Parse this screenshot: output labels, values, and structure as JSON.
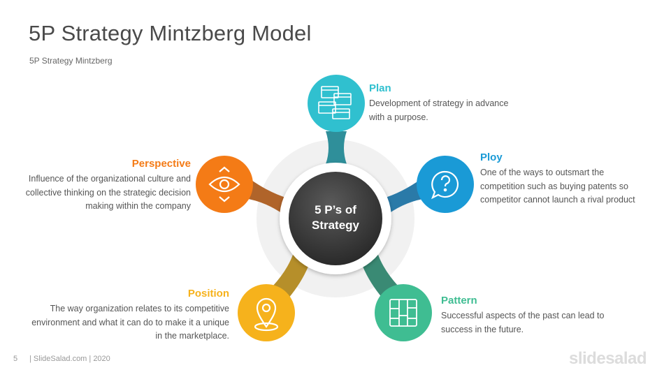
{
  "header": {
    "title": "5P Strategy Mintzberg Model",
    "subtitle": "5P Strategy Mintzberg"
  },
  "center": {
    "line1": "5 P’s of",
    "line2": "Strategy"
  },
  "items": [
    {
      "key": "plan",
      "title": "Plan",
      "color": "#30c0cf",
      "icon": "plan-windows-icon",
      "text": "Development of strategy in advance with a purpose."
    },
    {
      "key": "ploy",
      "title": "Ploy",
      "color": "#1a9ad6",
      "icon": "question-bubble-icon",
      "text": "One of the ways to outsmart the competition such as buying patents so competitor cannot launch a rival product"
    },
    {
      "key": "pattern",
      "title": "Pattern",
      "color": "#3fbd92",
      "icon": "grid-pattern-icon",
      "text": "Successful aspects of the past can lead to success in the future."
    },
    {
      "key": "position",
      "title": "Position",
      "color": "#f6b21c",
      "icon": "location-pin-icon",
      "text": "The way organization relates to its competitive environment and what it can do to make it a unique in the marketplace."
    },
    {
      "key": "perspective",
      "title": "Perspective",
      "color": "#f47b16",
      "icon": "eye-icon",
      "text": "Influence of the organizational culture and collective thinking on the strategic decision making within the company"
    }
  ],
  "footer": {
    "page": "5",
    "text": "| SlideSalad.com | 2020",
    "logo": "slidesalad"
  }
}
